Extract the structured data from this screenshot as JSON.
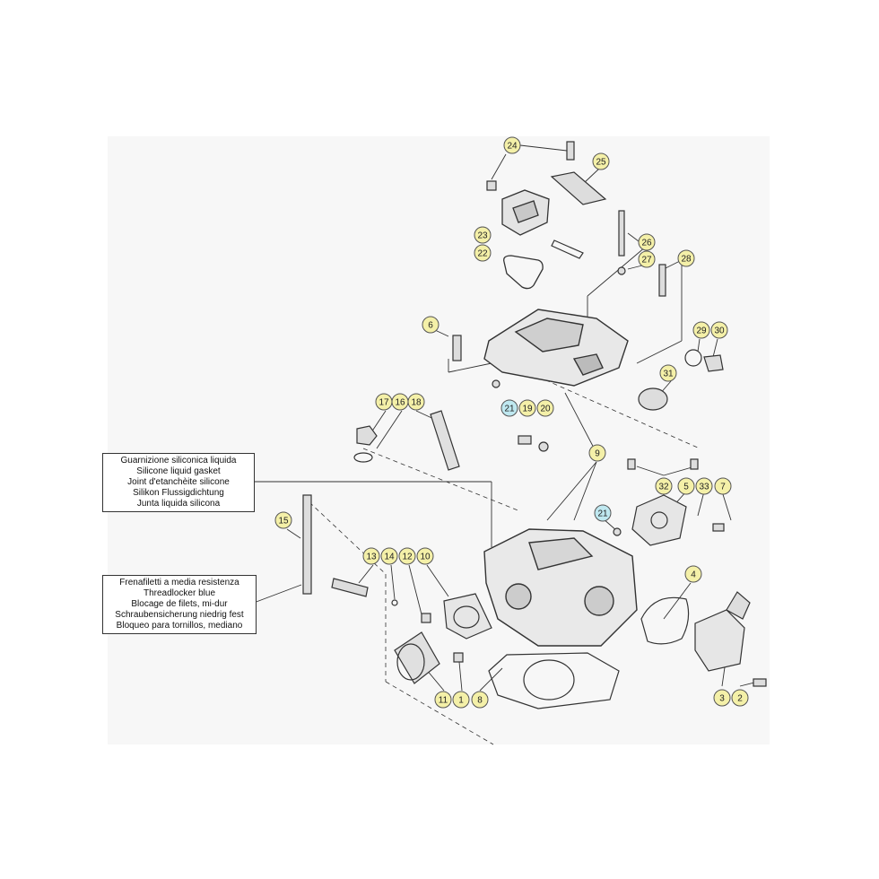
{
  "notes": {
    "gasket": [
      "Guarnizione siliconica liquida",
      "Silicone liquid gasket",
      "Joint d'etanchèite silicone",
      "Silikon Flussigdichtung",
      "Junta liquida silicona"
    ],
    "threadlocker": [
      "Frenafiletti a media resistenza",
      "Threadlocker blue",
      "Blocage de filets, mi-dur",
      "Schraubensicherung niedrig fest",
      "Bloqueo para tornillos, mediano"
    ]
  },
  "callouts": [
    "24",
    "25",
    "23",
    "22",
    "26",
    "27",
    "28",
    "6",
    "29",
    "30",
    "31",
    "17",
    "16",
    "18",
    "21",
    "19",
    "20",
    "9",
    "32",
    "5",
    "33",
    "7",
    "21",
    "15",
    "13",
    "14",
    "12",
    "10",
    "4",
    "11",
    "1",
    "8",
    "3",
    "2"
  ],
  "callout_colors": {
    "standard": "#f4f0a8",
    "highlight": "#bfe8f0",
    "stroke": "#555555"
  }
}
